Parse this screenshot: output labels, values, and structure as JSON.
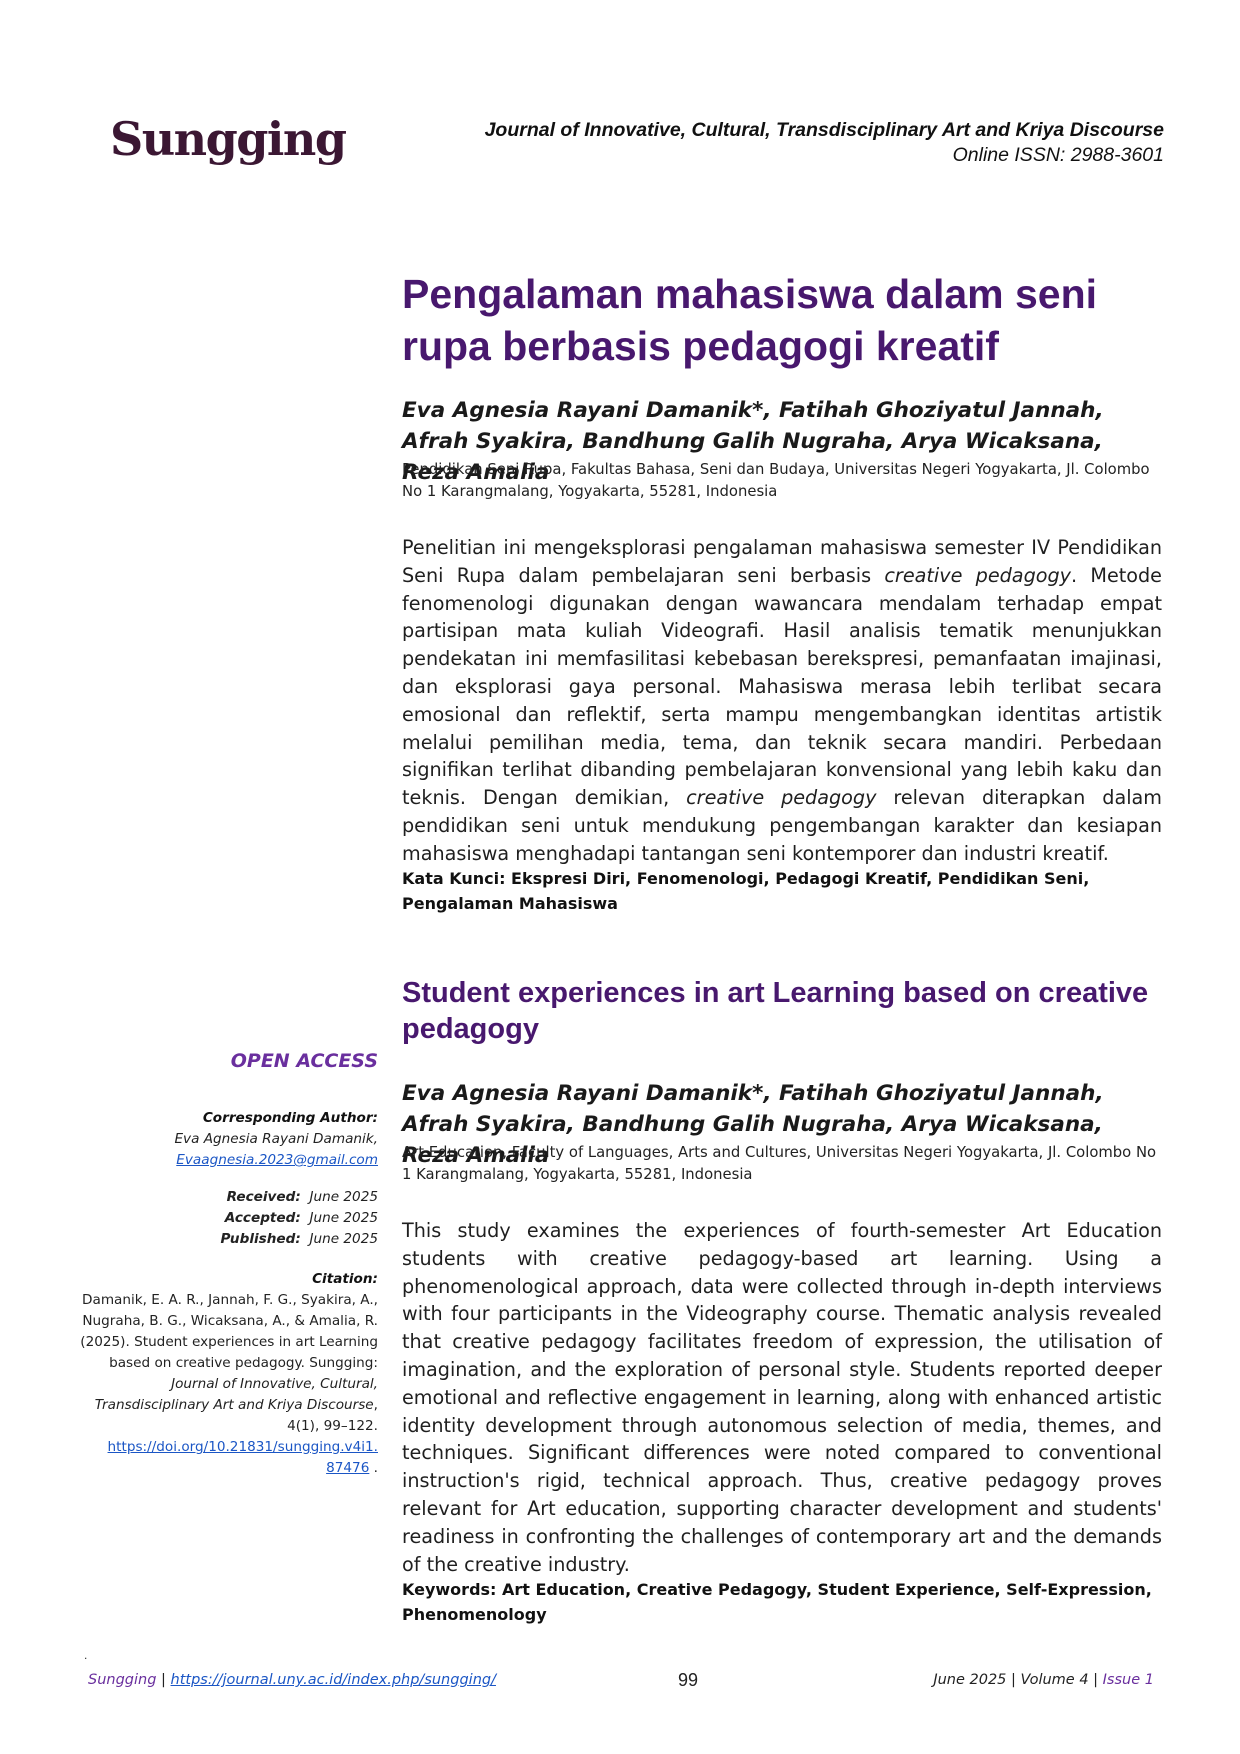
{
  "header": {
    "logo": "Sungging",
    "journal_title": "Journal of Innovative, Cultural, Transdisciplinary Art and Kriya Discourse",
    "issn": "Online ISSN: 2988-3601"
  },
  "indonesian": {
    "title": "Pengalaman mahasiswa dalam seni rupa berbasis pedagogi kreatif",
    "authors": "Eva Agnesia Rayani Damanik*, Fatihah Ghoziyatul Jannah, Afrah Syakira, Bandhung Galih Nugraha, Arya Wicaksana, Reza Amalia",
    "affiliation": "Pendidikan Seni Rupa, Fakultas Bahasa, Seni dan Budaya, Universitas Negeri Yogyakarta, Jl. Colombo No 1 Karangmalang, Yogyakarta, 55281, Indonesia",
    "abstract_p1": "Penelitian ini mengeksplorasi pengalaman mahasiswa semester IV Pendidikan Seni Rupa dalam pembelajaran seni berbasis ",
    "abstract_em1": "creative pedagogy",
    "abstract_p2": ". Metode fenomenologi digunakan dengan wawancara mendalam terhadap empat partisipan mata kuliah Videografi. Hasil analisis tematik menunjukkan pendekatan ini memfasilitasi kebebasan berekspresi, pemanfaatan imajinasi, dan eksplorasi gaya personal. Mahasiswa merasa lebih terlibat secara emosional dan reflektif, serta mampu mengembangkan identitas artistik melalui pemilihan media, tema, dan teknik secara mandiri. Perbedaan signifikan terlihat dibanding pembelajaran konvensional yang lebih kaku dan teknis. Dengan demikian, ",
    "abstract_em2": "creative pedagogy",
    "abstract_p3": " relevan diterapkan dalam pendidikan seni untuk mendukung pengembangan karakter dan kesiapan mahasiswa menghadapi tantangan seni kontemporer dan industri kreatif.",
    "keywords": "Kata Kunci: Ekspresi Diri, Fenomenologi, Pedagogi Kreatif, Pendidikan Seni, Pengalaman Mahasiswa"
  },
  "english": {
    "title": "Student experiences in art Learning based on creative pedagogy",
    "authors": "Eva Agnesia Rayani Damanik*, Fatihah Ghoziyatul Jannah, Afrah Syakira, Bandhung Galih Nugraha, Arya Wicaksana, Reza Amalia",
    "affiliation": "Art Education, Faculty of Languages, Arts and Cultures, Universitas Negeri Yogyakarta, Jl. Colombo No 1 Karangmalang, Yogyakarta, 55281, Indonesia",
    "abstract": "This study examines the experiences of fourth-semester Art Education students with creative pedagogy-based art learning. Using a phenomenological approach, data were collected through in-depth interviews with four participants in the Videography course. Thematic analysis revealed that creative pedagogy facilitates freedom of expression, the utilisation of imagination, and the exploration of personal style. Students reported deeper emotional and reflective engagement in learning, along with enhanced artistic identity development through autonomous selection of media, themes, and techniques. Significant differences were noted compared to conventional instruction's rigid, technical approach. Thus, creative pedagogy proves relevant for Art education, supporting character development and students' readiness in confronting the challenges of contemporary art and the demands of the creative industry.",
    "keywords": "Keywords: Art Education, Creative Pedagogy, Student Experience, Self-Expression, Phenomenology"
  },
  "sidebar": {
    "open_access": "OPEN ACCESS",
    "corresponding_label": "Corresponding Author:",
    "corresponding_name": "Eva Agnesia Rayani Damanik,",
    "corresponding_email": "Evaagnesia.2023@gmail.com",
    "received_label": "Received:",
    "received_value": "June 2025",
    "accepted_label": "Accepted:",
    "accepted_value": "June 2025",
    "published_label": "Published:",
    "published_value": "June 2025",
    "citation_label": "Citation:",
    "citation_text": "Damanik, E. A. R., Jannah, F. G., Syakira, A., Nugraha, B. G., Wicaksana, A., & Amalia, R. (2025). Student experiences in art Learning based on creative pedagogy. Sungging: ",
    "citation_journal": "Journal of Innovative, Cultural, Transdisciplinary Art and Kriya Discourse",
    "citation_volume": ", 4(1), 99–122.",
    "citation_doi_line1": "https://doi.org/10.21831/sungging.v4i1.",
    "citation_doi_line2": "87476",
    "citation_end": " ."
  },
  "footer": {
    "journal": "Sungging",
    "separator": " | ",
    "url": "https://journal.uny.ac.id/index.php/sungging/",
    "page_number": "99",
    "date_volume": "June 2025 | Volume 4 | ",
    "issue": "Issue 1",
    "dot": "."
  }
}
